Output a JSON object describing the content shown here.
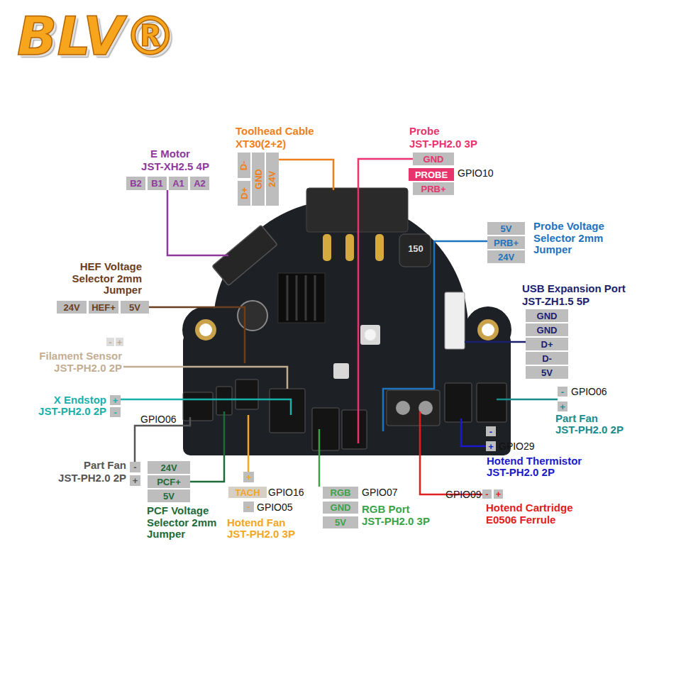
{
  "diagram": {
    "title": "BLV®",
    "nodes": [
      {
        "text": [
          "D-"
        ]
      },
      {
        "text": [
          "D+"
        ]
      },
      {
        "text": [
          "GND"
        ]
      },
      {
        "text": [
          "24V"
        ]
      },
      {
        "text": [
          "GND"
        ]
      },
      {
        "text": [
          "PROBE"
        ]
      },
      {
        "text": [
          "PRB+"
        ]
      },
      {
        "text": [
          "B2"
        ]
      },
      {
        "text": [
          "B1"
        ]
      },
      {
        "text": [
          "A1"
        ]
      },
      {
        "text": [
          "A2"
        ]
      },
      {
        "text": [
          "5V"
        ]
      },
      {
        "text": [
          "PRB+"
        ]
      },
      {
        "text": [
          "24V"
        ]
      },
      {
        "text": [
          "24V"
        ]
      },
      {
        "text": [
          "HEF+"
        ]
      },
      {
        "text": [
          "5V"
        ]
      },
      {
        "text": [
          "GND"
        ]
      },
      {
        "text": [
          "GND"
        ]
      },
      {
        "text": [
          "D+"
        ]
      },
      {
        "text": [
          "D-"
        ]
      },
      {
        "text": [
          "5V"
        ]
      },
      {
        "text": [
          "-"
        ]
      },
      {
        "text": [
          "+"
        ]
      },
      {
        "text": [
          "-"
        ]
      },
      {
        "text": [
          "+"
        ]
      },
      {
        "text": [
          "+"
        ]
      },
      {
        "text": [
          "-"
        ]
      },
      {
        "text": [
          "-"
        ]
      },
      {
        "text": [
          "+"
        ]
      },
      {
        "text": [
          "-"
        ]
      },
      {
        "text": [
          "+"
        ]
      },
      {
        "text": [
          "24V"
        ]
      },
      {
        "text": [
          "PCF+"
        ]
      },
      {
        "text": [
          "5V"
        ]
      },
      {
        "text": [
          "+"
        ]
      },
      {
        "text": [
          "TACH"
        ]
      },
      {
        "text": [
          "-"
        ]
      },
      {
        "text": [
          "RGB"
        ]
      },
      {
        "text": [
          "GND"
        ]
      },
      {
        "text": [
          "5V"
        ]
      },
      {
        "text": [
          "-"
        ]
      },
      {
        "text": [
          "+"
        ]
      }
    ],
    "labels": [
      "E Motor",
      "JST-XH2.5 4P",
      "Toolhead Cable",
      "XT30(2+2)",
      "Probe",
      "JST-PH2.0 3P",
      "GPIO10",
      "Probe Voltage Selector 2mm Jumper",
      "HEF Voltage Selector 2mm Jumper",
      "USB Expansion Port",
      "JST-ZH1.5 5P",
      "Filament Sensor",
      "JST-PH2.0 2P",
      "GPIO06",
      "X Endstop",
      "JST-PH2.0 2P",
      "GPIO06",
      "Part Fan",
      "JST-PH2.0 2P",
      "GPIO29",
      "Hotend Thermistor",
      "JST-PH2.0 2P",
      "Part Fan",
      "JST-PH2.0 2P",
      "GPIO16",
      "GPIO07",
      "GPIO09",
      "GPIO05",
      "PCF Voltage Selector 2mm Jumper",
      "Hotend Fan",
      "JST-PH2.0 3P",
      "RGB Port",
      "JST-PH2.0 3P",
      "Hotend Cartridge",
      "E0506 Ferrule",
      "150"
    ]
  }
}
